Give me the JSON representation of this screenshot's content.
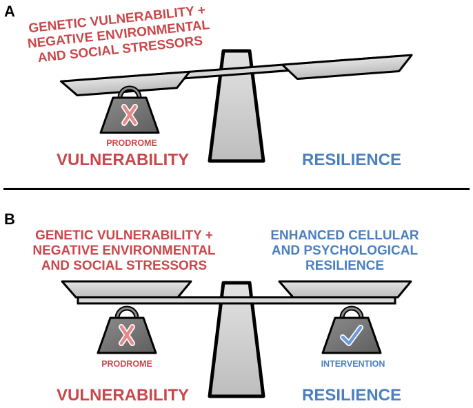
{
  "colors": {
    "vulnerability": "#c9474a",
    "resilience": "#4a7fc1",
    "scale_fill": "#cfcfcf",
    "weight_fill": "#7a7a7a",
    "outline": "#000000"
  },
  "panel_a": {
    "letter": "A",
    "stressor_lines": [
      "GENETIC VULNERABILITY +",
      "NEGATIVE ENVIRONMENTAL",
      "AND SOCIAL STRESSORS"
    ],
    "weight_label": "PRODROME",
    "weight_icon": "x-cross-icon",
    "left_label": "VULNERABILITY",
    "right_label": "RESILIENCE",
    "tilt": "left-side-down"
  },
  "panel_b": {
    "letter": "B",
    "stressor_lines": [
      "GENETIC VULNERABILITY +",
      "NEGATIVE ENVIRONMENTAL",
      "AND SOCIAL STRESSORS"
    ],
    "resilience_lines": [
      "ENHANCED CELLULAR",
      "AND PSYCHOLOGICAL",
      "RESILIENCE"
    ],
    "left_weight_label": "PRODROME",
    "left_weight_icon": "x-cross-icon",
    "right_weight_label": "INTERVENTION",
    "right_weight_icon": "checkmark-icon",
    "left_label": "VULNERABILITY",
    "right_label": "RESILIENCE",
    "tilt": "balanced"
  }
}
